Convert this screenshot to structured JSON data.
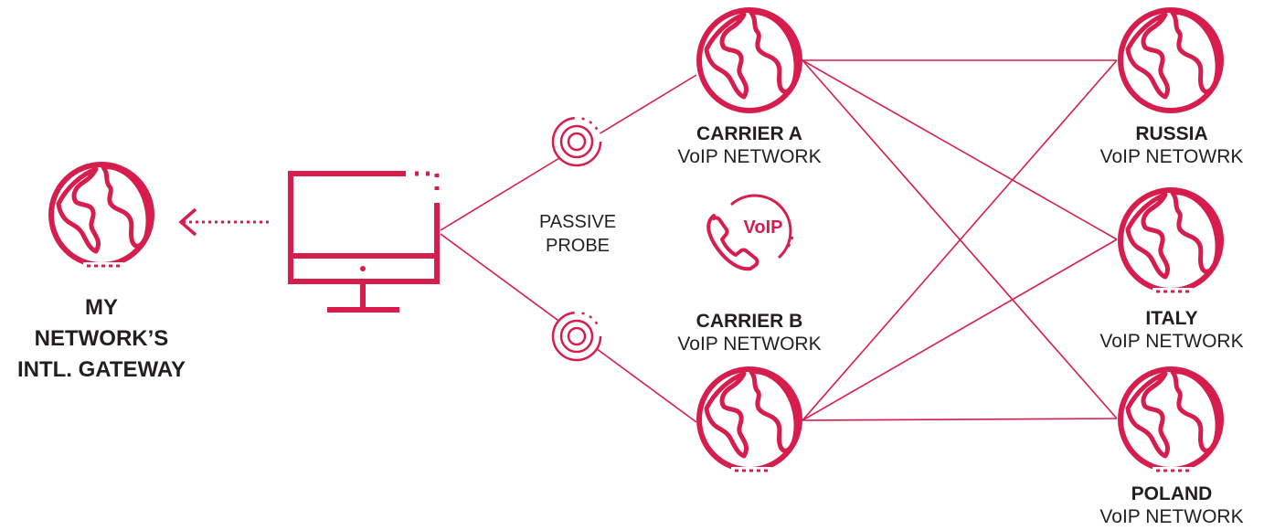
{
  "colors": {
    "accent": "#d61d4d",
    "text": "#231f20"
  },
  "gateway": {
    "line1": "MY",
    "line2": "NETWORK’S",
    "line3": "INTL. GATEWAY",
    "icon": "globe-icon"
  },
  "monitor": {
    "icon": "monitor-icon"
  },
  "probe": {
    "line1": "PASSIVE",
    "line2": "PROBE",
    "icon": "probe-target-icon"
  },
  "voip_badge": {
    "text": "VoIP",
    "icon": "phone-icon"
  },
  "carrier_a": {
    "title": "CARRIER A",
    "subtitle": "VoIP NETWORK",
    "icon": "globe-icon"
  },
  "carrier_b": {
    "title": "CARRIER B",
    "subtitle": "VoIP NETWORK",
    "icon": "globe-icon"
  },
  "russia": {
    "title": "RUSSIA",
    "subtitle": "VoIP NETOWRK",
    "icon": "globe-icon"
  },
  "italy": {
    "title": "ITALY",
    "subtitle": "VoIP NETWORK",
    "icon": "globe-icon"
  },
  "poland": {
    "title": "POLAND",
    "subtitle": "VoIP NETWORK",
    "icon": "globe-icon"
  }
}
